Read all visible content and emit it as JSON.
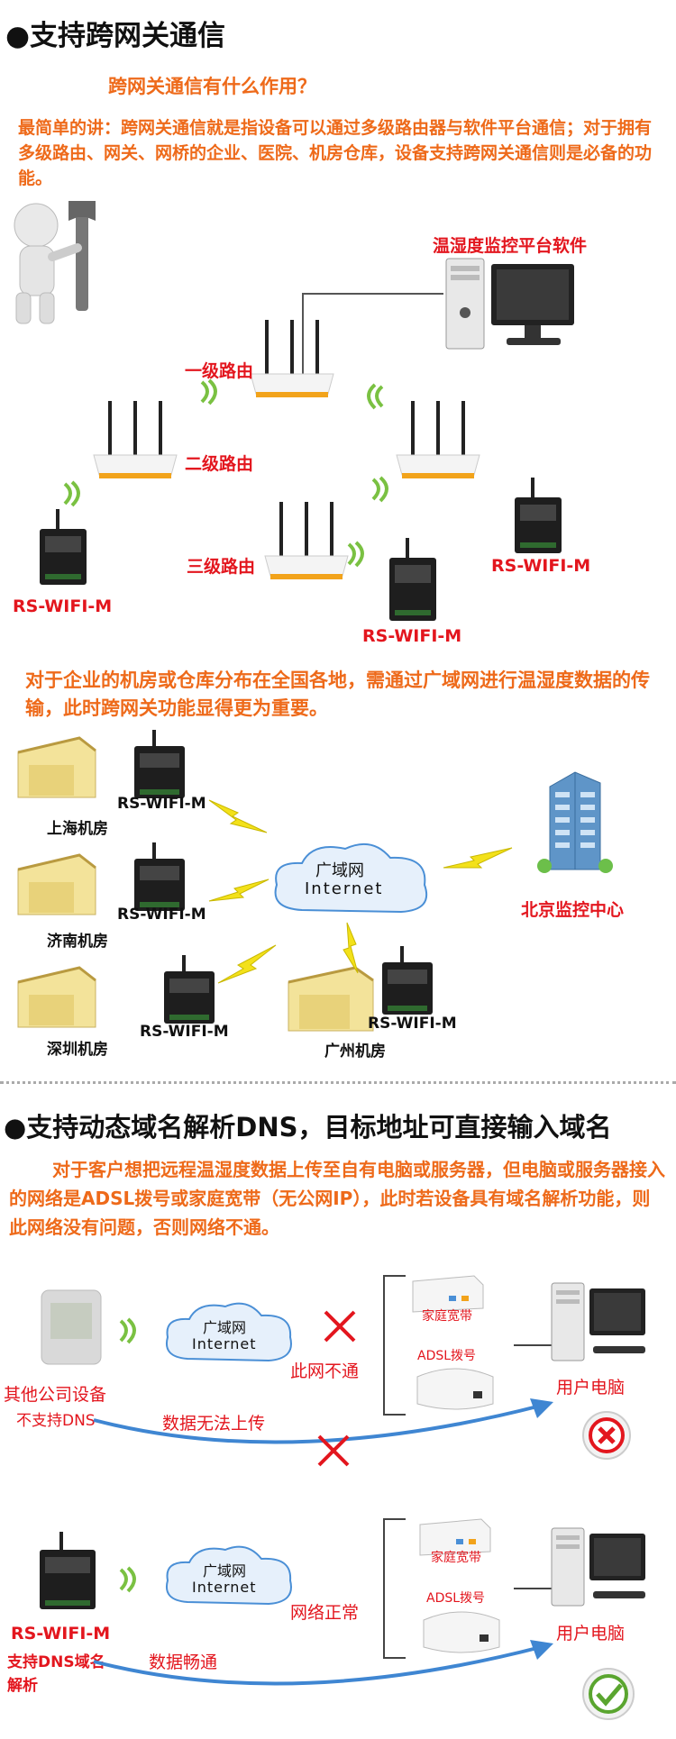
{
  "section1": {
    "heading": "●支持跨网关通信",
    "question": "跨网关通信有什么作用？",
    "paragraph": "最简单的讲：跨网关通信就是指设备可以通过多级路由器与软件平台通信；对于拥有多级路由、网关、网桥的企业、医院、机房仓库，设备支持跨网关通信则是必备的功能。",
    "software_label": "温湿度监控平台软件",
    "router_level1": "一级路由",
    "router_level2": "二级路由",
    "router_level3": "三级路由",
    "device_left": "RS-WIFI-M",
    "device_middle": "RS-WIFI-M",
    "device_right": "RS-WIFI-M"
  },
  "section2": {
    "paragraph": "对于企业的机房或仓库分布在全国各地，需通过广域网进行温湿度数据的传输，此时跨网关功能显得更为重要。",
    "cloud_line1": "广域网",
    "cloud_line2": "Internet",
    "monitor_center": "北京监控中心",
    "sites": [
      {
        "device": "RS-WIFI-M",
        "name": "上海机房"
      },
      {
        "device": "RS-WIFI-M",
        "name": "济南机房"
      },
      {
        "device": "RS-WIFI-M",
        "name": "深圳机房"
      },
      {
        "device": "RS-WIFI-M",
        "name": "广州机房"
      }
    ]
  },
  "section3": {
    "heading": "●支持动态域名解析DNS，目标地址可直接输入域名",
    "paragraph": "对于客户想把远程温湿度数据上传至自有电脑或服务器，但电脑或服务器接入的网络是ADSL拨号或家庭宽带（无公网IP），此时若设备具有域名解析功能，则此网络没有问题，否则网络不通。",
    "top": {
      "cloud_line1": "广域网",
      "cloud_line2": "Internet",
      "fail_text": "此网不通",
      "broadband": "家庭宽带",
      "adsl": "ADSL拨号",
      "pc": "用户电脑",
      "device_line1": "其他公司设备",
      "device_line2": "不支持DNS",
      "arrow_text": "数据无法上传"
    },
    "bottom": {
      "cloud_line1": "广域网",
      "cloud_line2": "Internet",
      "ok_text": "网络正常",
      "broadband": "家庭宽带",
      "adsl": "ADSL拨号",
      "pc": "用户电脑",
      "device_line1": "RS-WIFI-M",
      "device_line2": "支持DNS域名",
      "device_line3": "解析",
      "arrow_text": "数据畅通"
    }
  },
  "colors": {
    "orange": "#ee6a1a",
    "red": "#e3161e",
    "blue_arrow": "#3f86d2",
    "wifi_green": "#7ac142",
    "router_accent": "#f2a31b",
    "bolt_yellow": "#f3e11a"
  }
}
